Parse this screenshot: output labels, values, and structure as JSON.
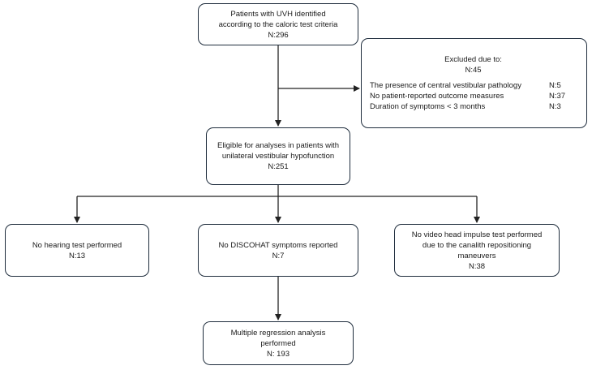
{
  "nodes": {
    "identified": {
      "lines": [
        "Patients with UVH identified",
        "according to the caloric test criteria",
        "N:296"
      ]
    },
    "excluded": {
      "heading": "Excluded due to:",
      "count": "N:45",
      "rows": [
        {
          "reason": "The presence of central vestibular pathology",
          "n": "N:5"
        },
        {
          "reason": "No patient-reported outcome measures",
          "n": "N:37"
        },
        {
          "reason": "Duration of symptoms < 3 months",
          "n": "N:3"
        }
      ]
    },
    "eligible": {
      "lines": [
        "Eligible for analyses in patients with",
        "unilateral vestibular hypofunction",
        "N:251"
      ]
    },
    "no_hearing": {
      "lines": [
        "No hearing test performed",
        "N:13"
      ]
    },
    "no_discohat": {
      "lines": [
        "No DISCOHAT symptoms reported",
        "N:7"
      ]
    },
    "no_vhit": {
      "lines": [
        "No video head impulse test performed",
        "due to the canalith repositioning",
        "maneuvers",
        "N:38"
      ]
    },
    "regression": {
      "lines": [
        "Multiple regression analysis",
        "performed",
        "N: 193"
      ]
    }
  },
  "colors": {
    "border": "#1f2d3d",
    "arrow": "#222222",
    "text": "#1a1a1a"
  }
}
